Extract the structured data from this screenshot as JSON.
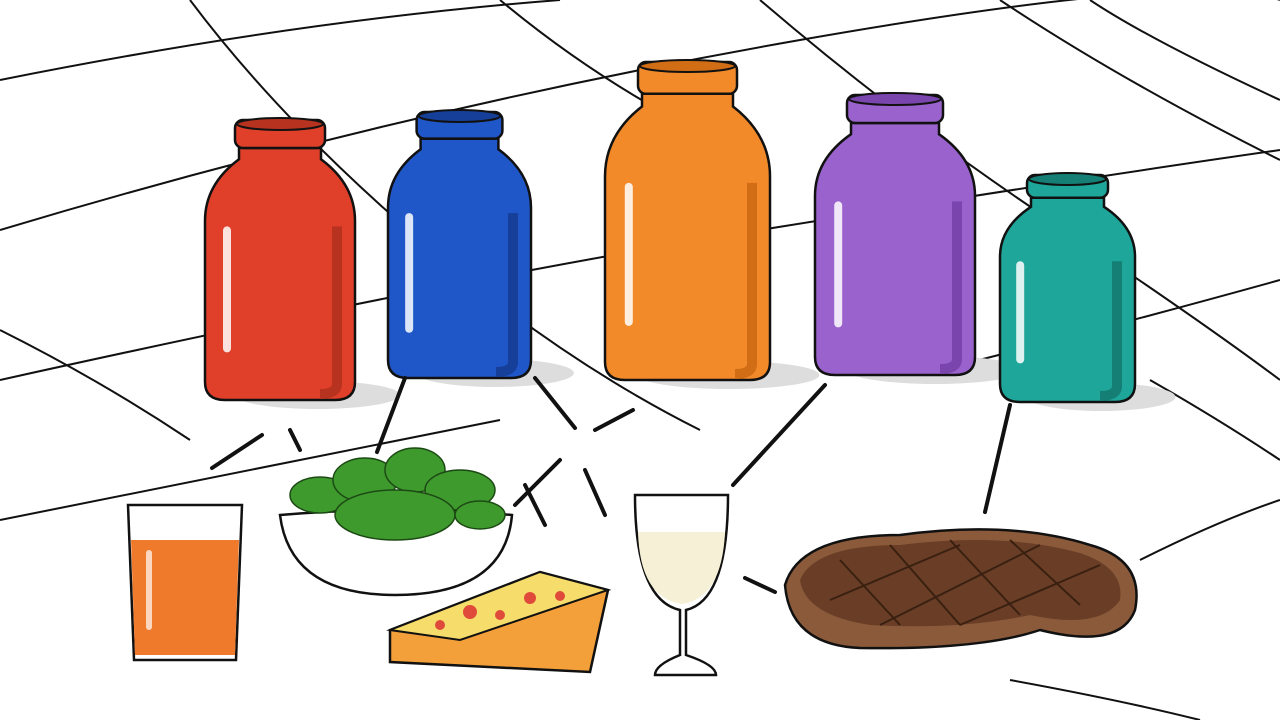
{
  "scene": {
    "background": "#ffffff",
    "line_color": "#111111",
    "bottles": [
      {
        "name": "red-bottle",
        "color": "#e0402a",
        "shade": "#b83220"
      },
      {
        "name": "blue-bottle",
        "color": "#1f56c8",
        "shade": "#163f99"
      },
      {
        "name": "orange-bottle",
        "color": "#f28a2a",
        "shade": "#d06d15"
      },
      {
        "name": "purple-bottle",
        "color": "#9a62cc",
        "shade": "#7a46ad"
      },
      {
        "name": "teal-bottle",
        "color": "#1fa69a",
        "shade": "#157f76"
      }
    ],
    "foods": [
      {
        "name": "orange-juice-glass",
        "color": "#f07a2c"
      },
      {
        "name": "spinach-salad-bowl",
        "color": "#3f9a2e"
      },
      {
        "name": "cheese-slice",
        "color": "#f6dc6a"
      },
      {
        "name": "milk-glass",
        "color": "#f6f0d6"
      },
      {
        "name": "steak",
        "color": "#7a4a2e"
      }
    ]
  }
}
